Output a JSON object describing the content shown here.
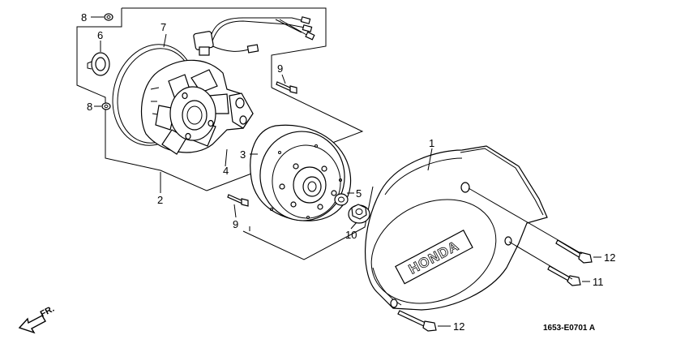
{
  "diagram": {
    "callouts": {
      "c1": "1",
      "c2": "2",
      "c3": "3",
      "c4": "4",
      "c5": "5",
      "c6": "6",
      "c7": "7",
      "c8a": "8",
      "c8b": "8",
      "c9a": "9",
      "c9b": "9",
      "c10": "10",
      "c11": "11",
      "c12a": "12",
      "c12b": "12"
    },
    "cover_brand": "HONDA",
    "front_label": "FR.",
    "drawing_code": "1653-E0701 A"
  }
}
